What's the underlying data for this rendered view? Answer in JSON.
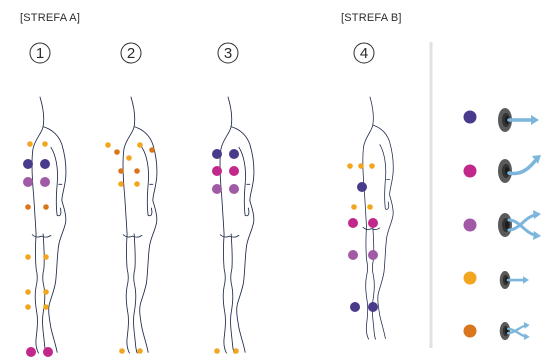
{
  "zones": {
    "a": "[STREFA A]",
    "b": "[STREFA B]"
  },
  "figures": [
    {
      "number": "1"
    },
    {
      "number": "2"
    },
    {
      "number": "3"
    },
    {
      "number": "4"
    }
  ],
  "colors": {
    "navy": "#4a3a8c",
    "magenta": "#c2278a",
    "lilac": "#a05aa6",
    "yellow": "#f2a51e",
    "orange": "#d9751a",
    "line": "#1e2a4a",
    "arrow": "#7cb6dc",
    "nozzle": "#4d4d4d",
    "divider": "#e2e2e2"
  },
  "legend": [
    {
      "color": "navy",
      "icon": "nozzle-straight-jet-icon"
    },
    {
      "color": "magenta",
      "icon": "nozzle-curved-jet-icon"
    },
    {
      "color": "lilac",
      "icon": "nozzle-crossing-jets-icon"
    },
    {
      "color": "yellow",
      "icon": "nozzle-small-jet-icon"
    },
    {
      "color": "orange",
      "icon": "nozzle-split-jets-icon"
    }
  ]
}
